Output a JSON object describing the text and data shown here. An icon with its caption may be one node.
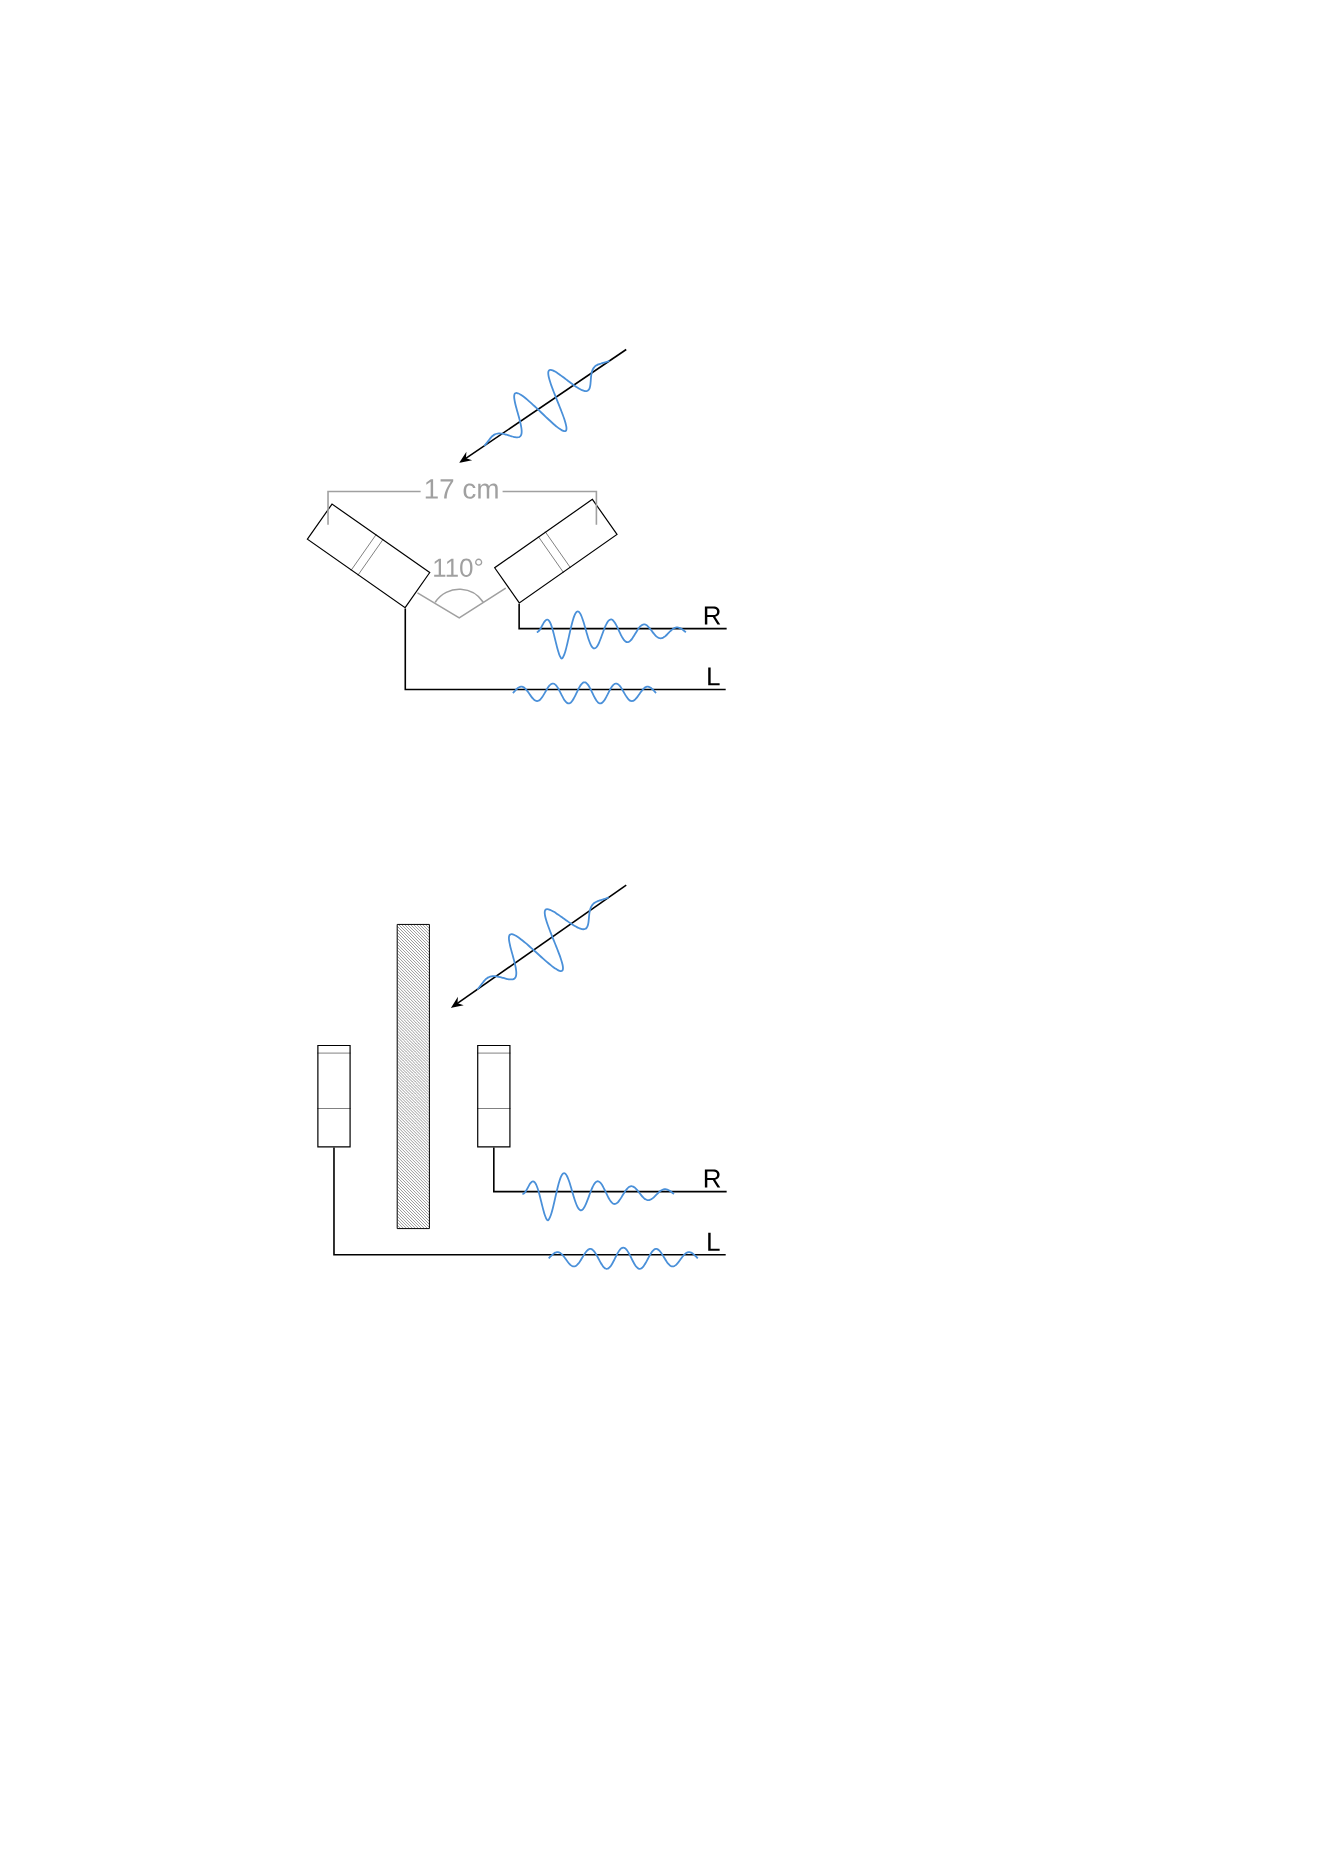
{
  "diagram": {
    "nodes": [
      {
        "text": [],
        "shape": "box"
      },
      {
        "text": [],
        "shape": "box"
      },
      {
        "text": [
          "R"
        ]
      },
      {
        "text": [
          "L"
        ]
      },
      {
        "text": [],
        "shape": "box"
      },
      {
        "text": [],
        "shape": "box"
      },
      {
        "text": [
          "R"
        ]
      },
      {
        "text": [
          "L"
        ]
      }
    ],
    "edges": [
      {
        "from": 1,
        "to": 2,
        "arrow": "none"
      },
      {
        "from": 0,
        "to": 3,
        "arrow": "none"
      },
      {
        "from": 5,
        "to": 6,
        "arrow": "none"
      },
      {
        "from": 4,
        "to": 7,
        "arrow": "none"
      }
    ],
    "labels": [
      "17 cm",
      "110°"
    ]
  }
}
